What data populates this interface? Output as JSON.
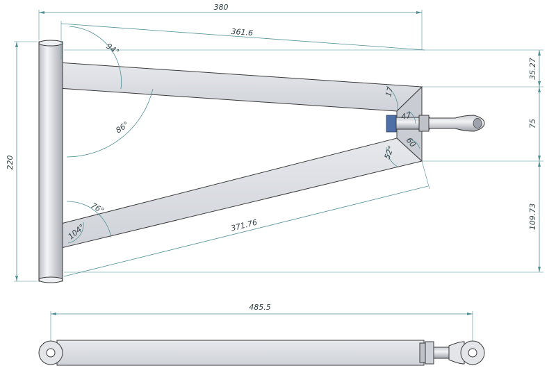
{
  "drawing": {
    "dimensions": {
      "overall_width": "380",
      "upper_arm_length": "361.6",
      "lower_arm_length": "371.76",
      "tube_height": "220",
      "bottom_view_length": "485.5",
      "right_top": "35.27",
      "right_mid": "75",
      "right_bottom": "109.73"
    },
    "angles": {
      "upper_outer": "94°",
      "upper_inner": "86°",
      "lower_outer": "76°",
      "lower_inner": "104°",
      "tip_top": "17",
      "tip_mid": "47",
      "tip_lower_left": "52°",
      "tip_lower_right": "60"
    },
    "colors": {
      "dimension": "#4f8f95",
      "outline": "#3a3a3a",
      "metal": "#d9dbe0"
    }
  }
}
